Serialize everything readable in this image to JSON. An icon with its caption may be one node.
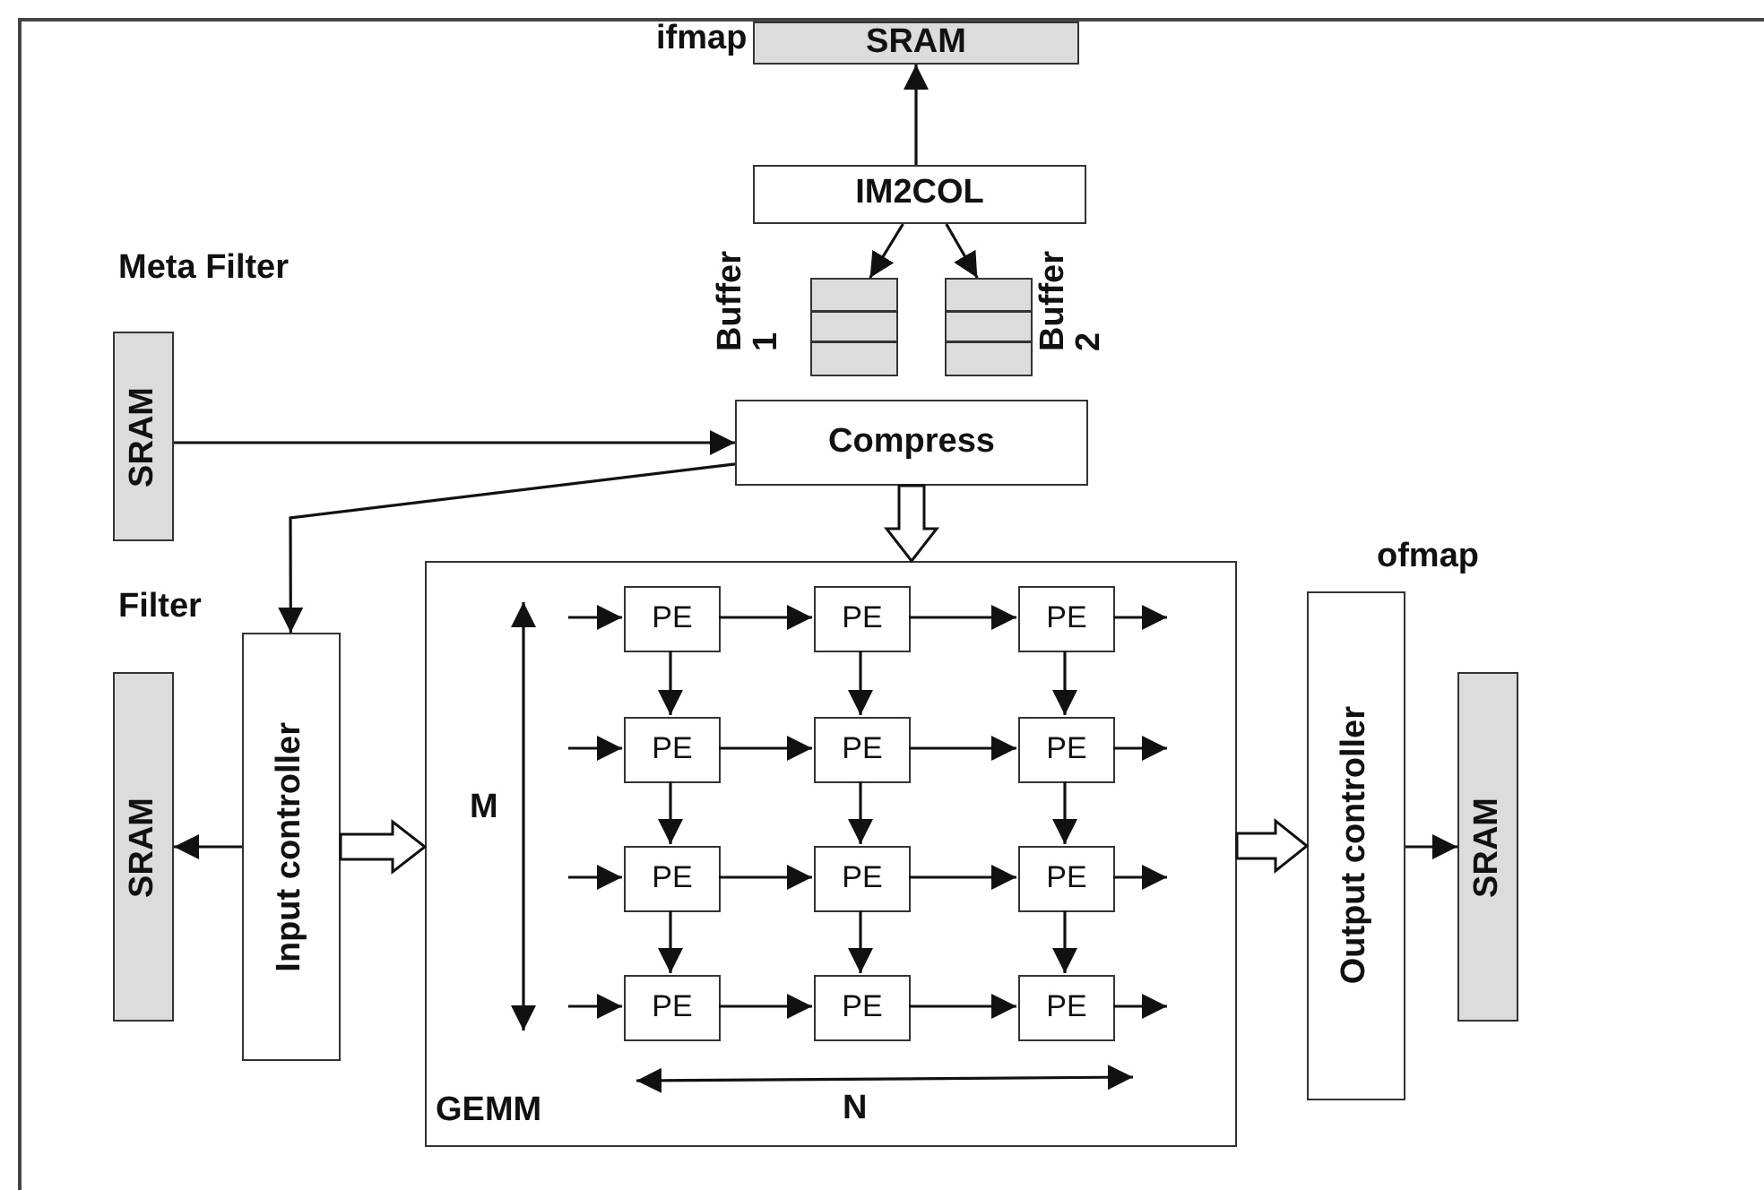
{
  "diagram": {
    "nodes": [
      {
        "text": [
          "SRAM"
        ],
        "beside": [
          "ifmap"
        ]
      },
      {
        "text": [
          "IM2COL"
        ]
      },
      {
        "text": [],
        "shape": "box",
        "beside": [
          "Buffer 1"
        ]
      },
      {
        "text": [],
        "shape": "box",
        "beside": [
          "Buffer 2"
        ]
      },
      {
        "text": [
          "Compress"
        ]
      },
      {
        "text": [
          "SRAM"
        ],
        "beside": [
          "Meta Filter"
        ]
      },
      {
        "text": [
          "SRAM"
        ],
        "beside": [
          "Filter"
        ]
      },
      {
        "text": [
          "Input controller"
        ]
      },
      {
        "text": [
          "GEMM"
        ]
      },
      {
        "text": [
          "PE"
        ],
        "in": 8
      },
      {
        "text": [
          "PE"
        ],
        "in": 8
      },
      {
        "text": [
          "PE"
        ],
        "in": 8
      },
      {
        "text": [
          "PE"
        ],
        "in": 8
      },
      {
        "text": [
          "PE"
        ],
        "in": 8
      },
      {
        "text": [
          "PE"
        ],
        "in": 8
      },
      {
        "text": [
          "PE"
        ],
        "in": 8
      },
      {
        "text": [
          "PE"
        ],
        "in": 8
      },
      {
        "text": [
          "PE"
        ],
        "in": 8
      },
      {
        "text": [
          "PE"
        ],
        "in": 8
      },
      {
        "text": [
          "PE"
        ],
        "in": 8
      },
      {
        "text": [
          "PE"
        ],
        "in": 8
      },
      {
        "text": [
          "Output controller"
        ]
      },
      {
        "text": [
          "SRAM"
        ]
      }
    ],
    "edges": [
      {
        "from": 1,
        "to": 0,
        "arrow": "to"
      },
      {
        "from": 1,
        "to": 2,
        "arrow": "to"
      },
      {
        "from": 1,
        "to": 3,
        "arrow": "to"
      },
      {
        "from": 5,
        "to": 4,
        "arrow": "to"
      },
      {
        "from": 4,
        "to": 7,
        "arrow": "to"
      },
      {
        "from": 4,
        "to": 8,
        "arrow": "to",
        "style": "thick"
      },
      {
        "from": 7,
        "to": 6,
        "arrow": "to"
      },
      {
        "from": 7,
        "to": 8,
        "arrow": "to",
        "style": "thick"
      },
      {
        "from": 8,
        "to": 21,
        "arrow": "to",
        "style": "thick"
      },
      {
        "from": 21,
        "to": 22,
        "arrow": "to"
      },
      {
        "from": null,
        "to": 9,
        "arrow": "to"
      },
      {
        "from": 9,
        "to": 10,
        "arrow": "to"
      },
      {
        "from": 10,
        "to": 11,
        "arrow": "to"
      },
      {
        "from": 11,
        "to": null,
        "arrow": "to"
      },
      {
        "from": null,
        "to": 12,
        "arrow": "to"
      },
      {
        "from": 12,
        "to": 13,
        "arrow": "to"
      },
      {
        "from": 13,
        "to": 14,
        "arrow": "to"
      },
      {
        "from": 14,
        "to": null,
        "arrow": "to"
      },
      {
        "from": null,
        "to": 15,
        "arrow": "to"
      },
      {
        "from": 15,
        "to": 16,
        "arrow": "to"
      },
      {
        "from": 16,
        "to": 17,
        "arrow": "to"
      },
      {
        "from": 17,
        "to": null,
        "arrow": "to"
      },
      {
        "from": null,
        "to": 18,
        "arrow": "to"
      },
      {
        "from": 18,
        "to": 19,
        "arrow": "to"
      },
      {
        "from": 19,
        "to": 20,
        "arrow": "to"
      },
      {
        "from": 20,
        "to": null,
        "arrow": "to"
      },
      {
        "from": 9,
        "to": 12,
        "arrow": "to"
      },
      {
        "from": 10,
        "to": 13,
        "arrow": "to"
      },
      {
        "from": 11,
        "to": 14,
        "arrow": "to"
      },
      {
        "from": 12,
        "to": 15,
        "arrow": "to"
      },
      {
        "from": 13,
        "to": 16,
        "arrow": "to"
      },
      {
        "from": 14,
        "to": 17,
        "arrow": "to"
      },
      {
        "from": 15,
        "to": 18,
        "arrow": "to"
      },
      {
        "from": 16,
        "to": 19,
        "arrow": "to"
      },
      {
        "from": 17,
        "to": 20,
        "arrow": "to"
      }
    ],
    "labels": [
      "M",
      "N",
      "ofmap"
    ]
  }
}
